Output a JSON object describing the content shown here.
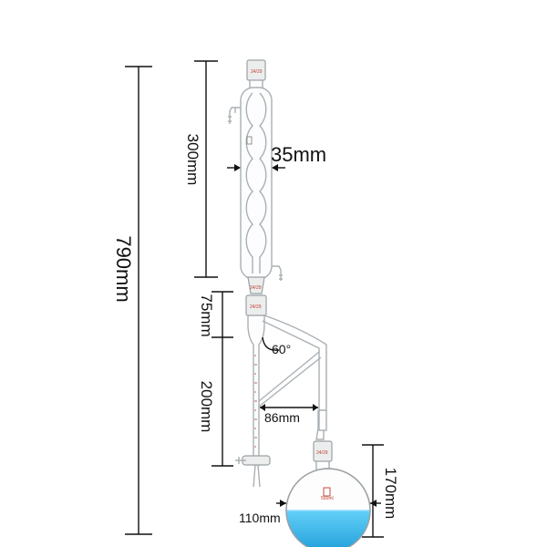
{
  "dimensions": {
    "total_height": "790mm",
    "condenser_length": "300mm",
    "condenser_diameter": "35mm",
    "adapter_height": "75mm",
    "tube_length": "200mm",
    "angle": "60°",
    "side_arm_width": "86mm",
    "flask_height": "170mm",
    "flask_diameter": "110mm"
  },
  "joint_marks": {
    "top_joint": "24/29",
    "condenser_bottom_joint": "24/29",
    "adapter_top_joint": "24/29",
    "flask_joint": "24/29",
    "flask_neck_label": "24/29",
    "flask_volume": "500ml"
  },
  "colors": {
    "liquid": "#1aa9e6",
    "glass_edge": "#a9b0b4",
    "graduation": "#c0392b"
  }
}
